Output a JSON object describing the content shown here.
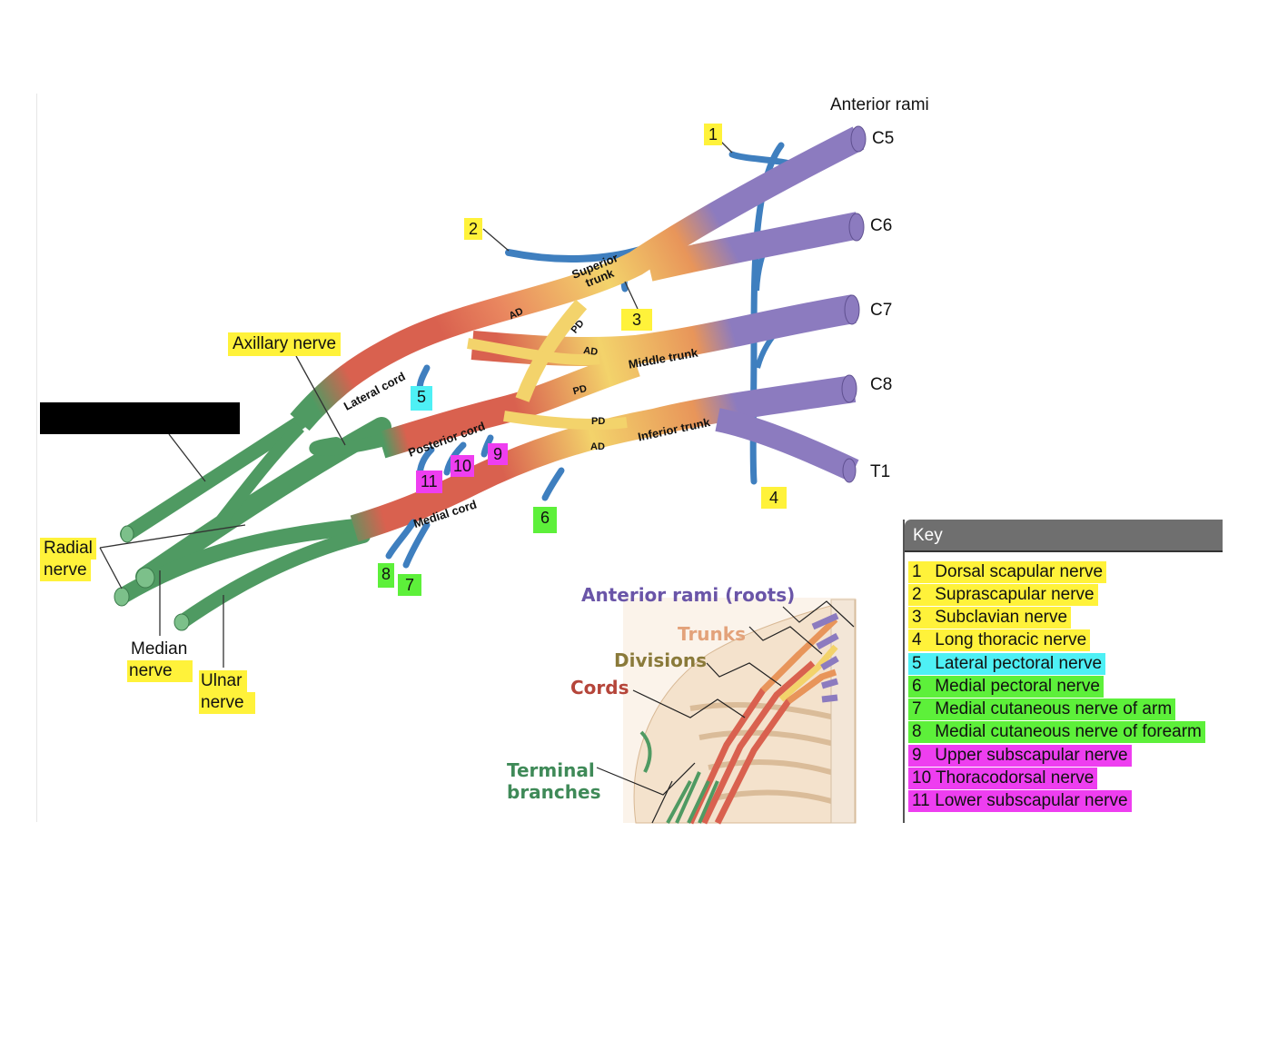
{
  "roots_header": "Anterior rami",
  "roots": [
    "C5",
    "C6",
    "C7",
    "C8",
    "T1"
  ],
  "structure_labels": {
    "superior_trunk": "Superior trunk",
    "middle_trunk": "Middle trunk",
    "inferior_trunk": "Inferior trunk",
    "lateral_cord": "Lateral cord",
    "posterior_cord": "Posterior cord",
    "medial_cord": "Medial cord",
    "ad": "AD",
    "pd": "PD"
  },
  "nerve_labels": {
    "axillary": "Axillary nerve",
    "radial_1": "Radial",
    "radial_2": "nerve",
    "median_1": "Median",
    "median_2": "nerve",
    "ulnar_1": "Ulnar",
    "ulnar_2": "nerve"
  },
  "numbers": [
    "1",
    "2",
    "3",
    "4",
    "5",
    "6",
    "7",
    "8",
    "9",
    "10",
    "11"
  ],
  "key": {
    "title": "Key",
    "items": [
      {
        "n": "1",
        "label": "Dorsal scapular nerve"
      },
      {
        "n": "2",
        "label": "Suprascapular nerve"
      },
      {
        "n": "3",
        "label": "Subclavian nerve"
      },
      {
        "n": "4",
        "label": "Long thoracic nerve"
      },
      {
        "n": "5",
        "label": "Lateral pectoral nerve"
      },
      {
        "n": "6",
        "label": "Medial pectoral nerve"
      },
      {
        "n": "7",
        "label": "Medial cutaneous nerve of arm"
      },
      {
        "n": "8",
        "label": "Medial cutaneous nerve of forearm"
      },
      {
        "n": "9",
        "label": "Upper subscapular nerve"
      },
      {
        "n": "10",
        "label": "Thoracodorsal nerve"
      },
      {
        "n": "11",
        "label": "Lower subscapular nerve"
      }
    ]
  },
  "inset": {
    "roots": "Anterior rami (roots)",
    "trunks": "Trunks",
    "divisions": "Divisions",
    "cords": "Cords",
    "terminal_1": "Terminal",
    "terminal_2": "branches"
  },
  "colors": {
    "roots": "#8c7bbf",
    "trunks": "#e8955a",
    "divisions": "#f3d36b",
    "cords": "#d9614f",
    "terminal": "#4f9a62",
    "branch": "#3f7fbf",
    "highlight_yellow": "#fff23a",
    "highlight_cyan": "#4ef0f5",
    "highlight_green": "#5df03a",
    "highlight_magenta": "#ee3ef0"
  }
}
